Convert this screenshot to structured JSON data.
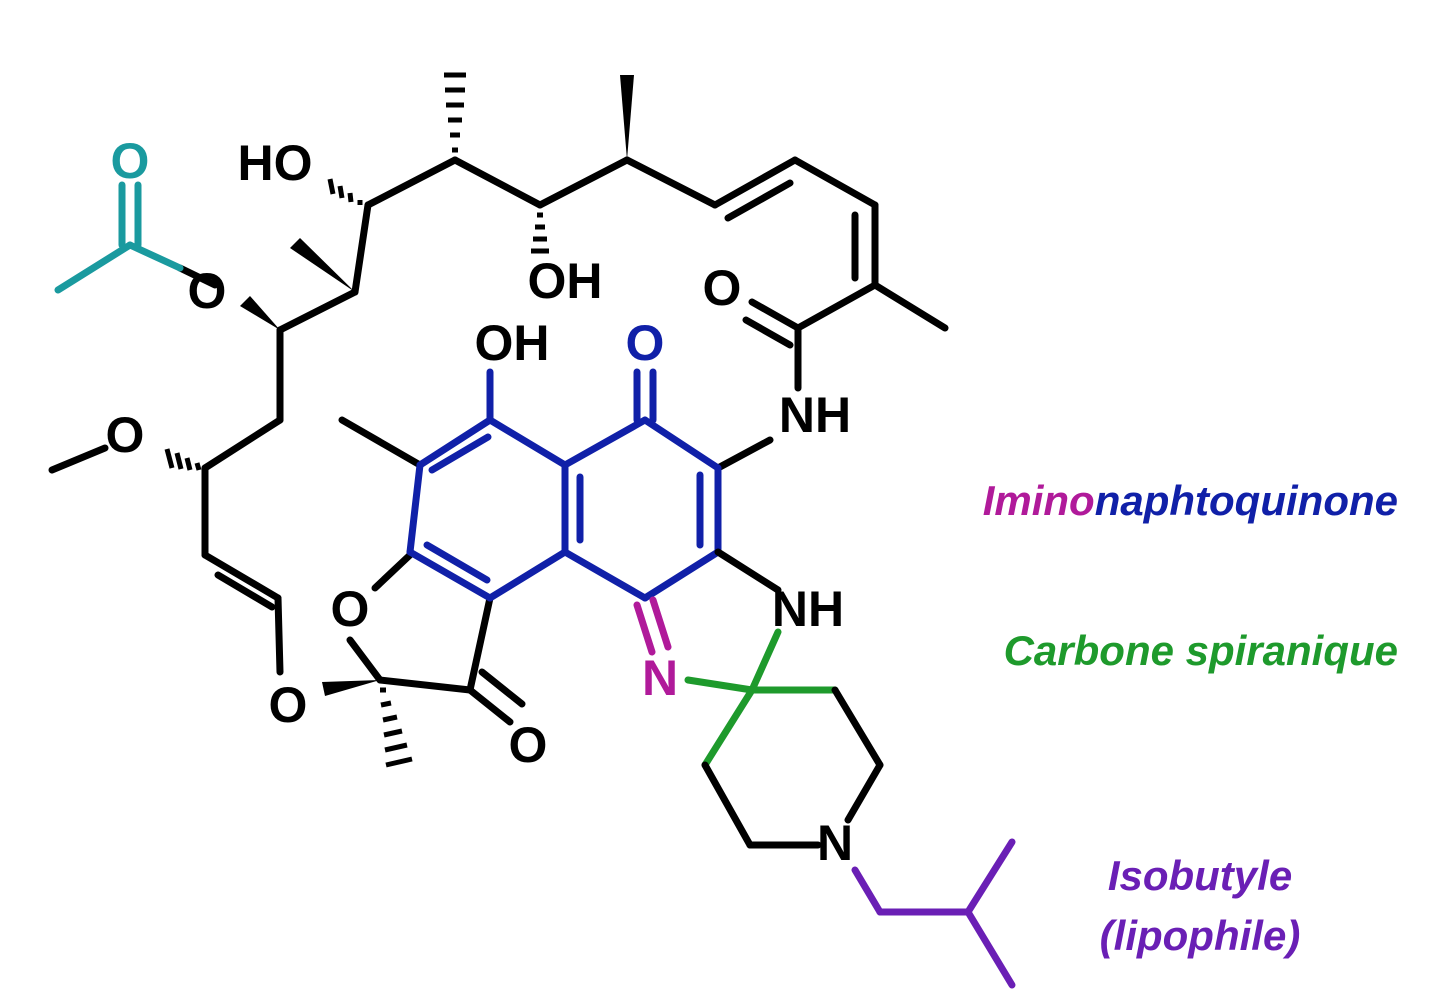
{
  "colors": {
    "black": "#000000",
    "teal": "#1a9a9f",
    "blue": "#1020a8",
    "magenta": "#b01a9a",
    "green": "#1e9a2c",
    "purple": "#6a1fb5"
  },
  "atoms": {
    "acetyl_o": "O",
    "ester_o": "O",
    "ho_top": "HO",
    "oh_mid": "OH",
    "amide_o": "O",
    "methoxy_o": "O",
    "phenol_oh": "OH",
    "quinone_o": "O",
    "amide_nh": "NH",
    "furan_o": "O",
    "ketone_o": "O",
    "ether_o": "O",
    "imine_n": "N",
    "ring_nh": "NH",
    "pip_n": "N"
  },
  "legend": {
    "imino": "Imino",
    "naphtoquinone": "naphtoquinone",
    "spiro": "Carbone spiranique",
    "isobutyl": "Isobutyle",
    "lipophile": "(lipophile)"
  }
}
